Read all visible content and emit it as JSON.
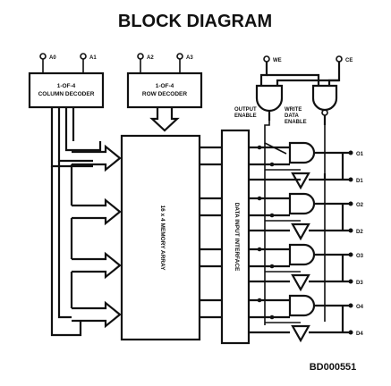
{
  "title": "BLOCK DIAGRAM",
  "column_decoder": {
    "label_line1": "1-OF-4",
    "label_line2": "COLUMN DECODER",
    "inputs": [
      "A0",
      "A1"
    ]
  },
  "row_decoder": {
    "label_line1": "1-OF-4",
    "label_line2": "ROW DECODER",
    "inputs": [
      "A2",
      "A3"
    ]
  },
  "memory_array_label": "16 x 4 MEMORY ARRAY",
  "memory_interface_label": "DATA INPUT INTERFACE",
  "control_inputs": [
    "WE",
    "CE"
  ],
  "output_enable_label": [
    "OUTPUT",
    "ENABLE"
  ],
  "write_data_enable_label": [
    "WRITE",
    "DATA",
    "ENABLE"
  ],
  "io_labels": [
    {
      "out": "O1",
      "in": "D1"
    },
    {
      "out": "O2",
      "in": "D2"
    },
    {
      "out": "O3",
      "in": "D3"
    },
    {
      "out": "O4",
      "in": "D4"
    }
  ],
  "drawing_code": "BD000551"
}
